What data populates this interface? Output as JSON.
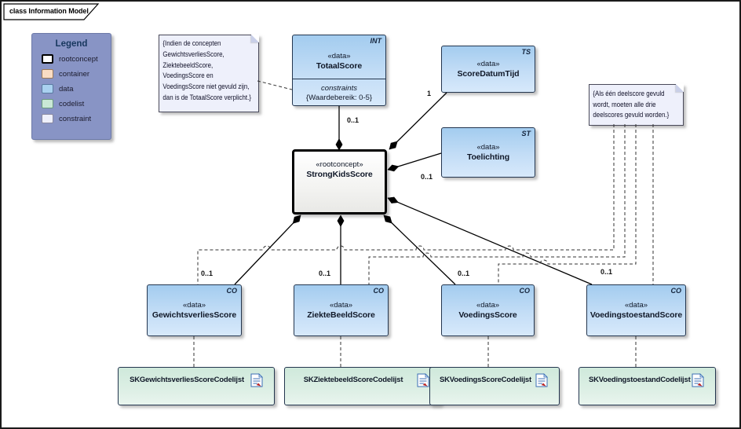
{
  "frame": {
    "title": "class Information Model"
  },
  "legend": {
    "title": "Legend",
    "items": [
      {
        "label": "rootconcept"
      },
      {
        "label": "container"
      },
      {
        "label": "data"
      },
      {
        "label": "codelist"
      },
      {
        "label": "constraint"
      }
    ]
  },
  "notes": {
    "left": {
      "lines": [
        "{Indien de concepten",
        "GewichtsverliesScore,",
        "ZiektebeeldScore,",
        "VoedingsScore en",
        "VoedingsScore niet gevuld zijn,",
        "dan is de TotaalScore verplicht.}"
      ]
    },
    "right": {
      "lines": [
        "{Als één deelscore gevuld",
        "wordt, moeten alle drie",
        "deelscores gevuld worden.}"
      ]
    }
  },
  "classes": {
    "totaalscore": {
      "tag": "INT",
      "stereotype": "«data»",
      "name": "TotaalScore",
      "compartment": "constraints",
      "constraint": "{Waardebereik: 0-5}"
    },
    "scoredatumtijd": {
      "tag": "TS",
      "stereotype": "«data»",
      "name": "ScoreDatumTijd"
    },
    "toelichting": {
      "tag": "ST",
      "stereotype": "«data»",
      "name": "Toelichting"
    },
    "strongkidsscore": {
      "stereotype": "«rootconcept»",
      "name": "StrongKidsScore"
    },
    "gewichtsverliesscore": {
      "tag": "CO",
      "stereotype": "«data»",
      "name": "GewichtsverliesScore"
    },
    "ziektebeeldscore": {
      "tag": "CO",
      "stereotype": "«data»",
      "name": "ZiekteBeeldScore"
    },
    "voedingsscore": {
      "tag": "CO",
      "stereotype": "«data»",
      "name": "VoedingsScore"
    },
    "voedingstoestandscore": {
      "tag": "CO",
      "stereotype": "«data»",
      "name": "VoedingstoestandScore"
    }
  },
  "codelists": {
    "gewichtsverlies": {
      "name": "SKGewichtsverliesScoreCodelijst"
    },
    "ziektebeeld": {
      "name": "SKZiektebeeldScoreCodelijst"
    },
    "voedings": {
      "name": "SKVoedingsScoreCodelijst"
    },
    "voedingstoestand": {
      "name": "SKVoedingstoestandCodelijst"
    }
  },
  "multiplicities": {
    "totaalscore": "0..1",
    "scoredatumtijd": "1",
    "toelichting": "0..1",
    "voedingstoestand": "0..1",
    "gewichtsverlies": "0..1",
    "ziektebeeld": "0..1",
    "voedings": "0..1"
  },
  "colors": {
    "data_fill": "#a9cfef",
    "data_border": "#24364f",
    "codelist_fill": "#d5ebdf",
    "note_fill": "#eef0fb",
    "container_fill": "#f9dcc4",
    "rootconcept_fill": "#ffffff",
    "legend_bg": "#8894c5",
    "connector": "#000000"
  }
}
